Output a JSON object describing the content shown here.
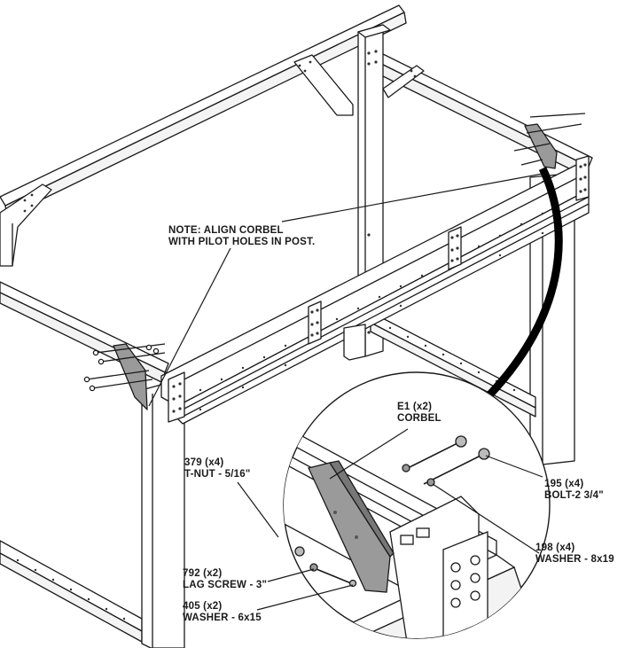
{
  "note": {
    "line1": "NOTE: ALIGN CORBEL",
    "line2": "WITH PILOT HOLES IN POST."
  },
  "parts": {
    "corbel": {
      "ref": "E1 (x2)",
      "name": "CORBEL"
    },
    "tnut": {
      "ref": "379 (x4)",
      "name": "T-NUT - 5/16\""
    },
    "bolt": {
      "ref": "195 (x4)",
      "name": "BOLT-2 3/4\""
    },
    "washer8": {
      "ref": "198 (x4)",
      "name": "WASHER - 8x19"
    },
    "lag": {
      "ref": "792 (x2)",
      "name": "LAG SCREW - 3\""
    },
    "washer6": {
      "ref": "405 (x2)",
      "name": "WASHER - 6x15"
    }
  },
  "colors": {
    "line": "#1a1a1a",
    "corbel": "#9a9a9a",
    "arrow": "#000000"
  }
}
